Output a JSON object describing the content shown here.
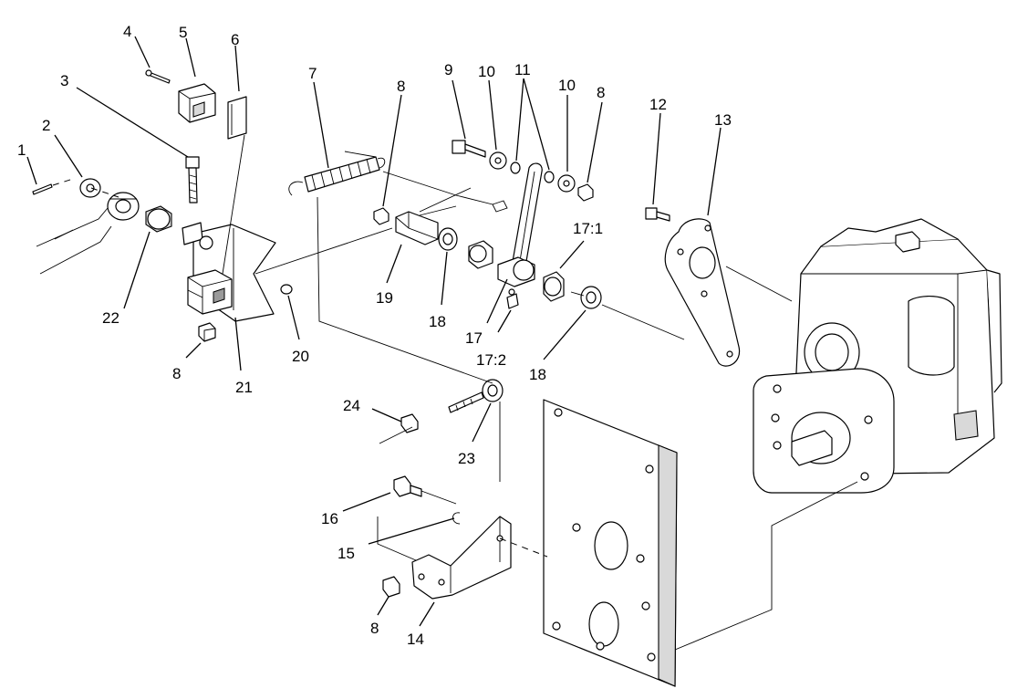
{
  "diagram": {
    "callouts": [
      {
        "id": "c1",
        "text": "1"
      },
      {
        "id": "c2",
        "text": "2"
      },
      {
        "id": "c3",
        "text": "3"
      },
      {
        "id": "c4",
        "text": "4"
      },
      {
        "id": "c5",
        "text": "5"
      },
      {
        "id": "c6",
        "text": "6"
      },
      {
        "id": "c7",
        "text": "7"
      },
      {
        "id": "c8a",
        "text": "8"
      },
      {
        "id": "c9",
        "text": "9"
      },
      {
        "id": "c10a",
        "text": "10"
      },
      {
        "id": "c11",
        "text": "11"
      },
      {
        "id": "c10b",
        "text": "10"
      },
      {
        "id": "c8b",
        "text": "8"
      },
      {
        "id": "c12",
        "text": "12"
      },
      {
        "id": "c13",
        "text": "13"
      },
      {
        "id": "c17_1",
        "text": "17:1"
      },
      {
        "id": "c22",
        "text": "22"
      },
      {
        "id": "c19",
        "text": "19"
      },
      {
        "id": "c18a",
        "text": "18"
      },
      {
        "id": "c17",
        "text": "17"
      },
      {
        "id": "c17_2",
        "text": "17:2"
      },
      {
        "id": "c20",
        "text": "20"
      },
      {
        "id": "c8c",
        "text": "8"
      },
      {
        "id": "c21",
        "text": "21"
      },
      {
        "id": "c18b",
        "text": "18"
      },
      {
        "id": "c24",
        "text": "24"
      },
      {
        "id": "c23",
        "text": "23"
      },
      {
        "id": "c16",
        "text": "16"
      },
      {
        "id": "c15",
        "text": "15"
      },
      {
        "id": "c8d",
        "text": "8"
      },
      {
        "id": "c14",
        "text": "14"
      }
    ]
  }
}
